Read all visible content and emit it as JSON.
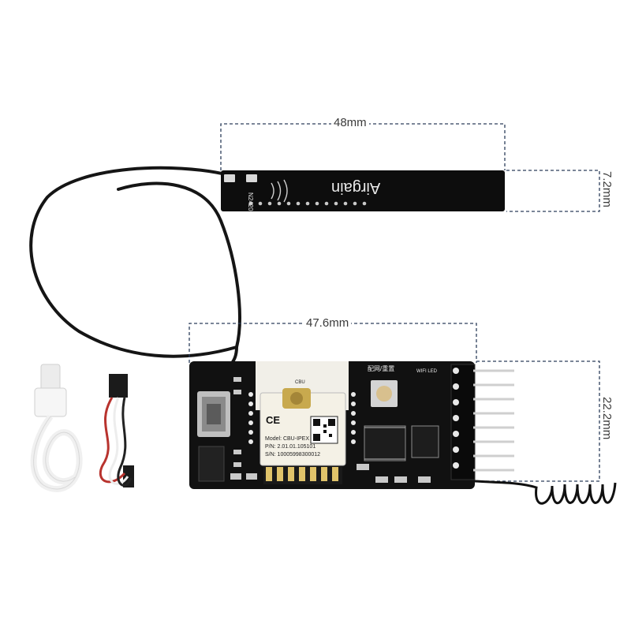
{
  "antenna": {
    "brand": "Airgain",
    "model_code": "N2420",
    "dimensions": {
      "length": "48mm",
      "width": "7.2mm"
    }
  },
  "board": {
    "dimensions": {
      "length": "47.6mm",
      "width": "22.2mm"
    },
    "module": {
      "brand": "CBU",
      "ce_mark": "CE",
      "model_line": "Model: CBU-IPEX",
      "pn_line": "P/N: 2.01.01.105101",
      "sn_line": "S/N: 10005998300012"
    },
    "button_labels": [
      "配网/重置",
      "WIFI LED"
    ]
  },
  "colors": {
    "pcb": "#111111",
    "module_shield": "#f4f1e6",
    "gold_pad": "#e0c36a",
    "cable_black": "#151515",
    "usb_cable": "#f2f2f2",
    "wire_red": "#b8332e",
    "dimension_line": "#2c3e5a"
  },
  "accessories": [
    "usb-cable",
    "jumper-wire-harness",
    "spring-antenna"
  ]
}
